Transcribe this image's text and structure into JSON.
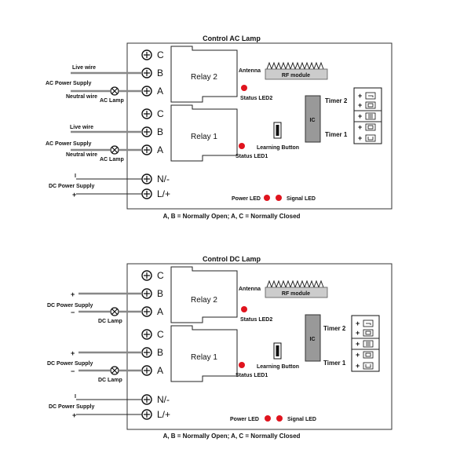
{
  "panels": [
    {
      "title": "Control AC Lamp",
      "caption": "A, B = Normally Open; A, C = Normally Closed",
      "terminals": [
        "C",
        "B",
        "A",
        "C",
        "B",
        "A",
        "N/-",
        "L/+"
      ],
      "relays": [
        "Relay 2",
        "Relay 1"
      ],
      "antenna_label": "Antenna",
      "rf_module_label": "RF module",
      "status_led_2": "Status LED2",
      "status_led_1": "Status LED1",
      "ic_label": "IC",
      "learning_button": "Learning Button",
      "timer_2": "Timer 2",
      "timer_1": "Timer 1",
      "power_led": "Power LED",
      "signal_led": "Signal LED",
      "group_top": {
        "line1": "Live wire",
        "supply": "AC Power Supply",
        "line2": "Neutral wire",
        "lamp": "AC Lamp"
      },
      "group_mid": {
        "line1": "Live wire",
        "supply": "AC Power Supply",
        "line2": "Neutral wire",
        "lamp": "AC Lamp"
      },
      "dc_supply": {
        "minus": "I",
        "supply": "DC Power Supply",
        "plus": "+"
      }
    },
    {
      "title": "Control DC Lamp",
      "caption": "A, B = Normally Open; A, C = Normally Closed",
      "terminals": [
        "C",
        "B",
        "A",
        "C",
        "B",
        "A",
        "N/-",
        "L/+"
      ],
      "relays": [
        "Relay 2",
        "Relay 1"
      ],
      "antenna_label": "Antenna",
      "rf_module_label": "RF module",
      "status_led_2": "Status LED2",
      "status_led_1": "Status LED1",
      "ic_label": "IC",
      "learning_button": "Learning Button",
      "timer_2": "Timer 2",
      "timer_1": "Timer 1",
      "power_led": "Power LED",
      "signal_led": "Signal LED",
      "group_top": {
        "line1": "+",
        "supply": "DC Power Supply",
        "line2": "−",
        "lamp": "DC Lamp"
      },
      "group_mid": {
        "line1": "+",
        "supply": "DC Power Supply",
        "line2": "−",
        "lamp": "DC Lamp"
      },
      "dc_supply": {
        "minus": "I",
        "supply": "DC Power Supply",
        "plus": "+"
      }
    }
  ],
  "timer_rows": [
    {
      "sign": "+",
      "symbol": "⏋"
    },
    {
      "sign": "+",
      "symbol": "▢"
    },
    {
      "sign": "+",
      "symbol": "▤"
    },
    {
      "sign": "+",
      "symbol": "▢"
    },
    {
      "sign": "+",
      "symbol": "⏍"
    }
  ],
  "colors": {
    "led": "#e0141e",
    "ic": "#999999",
    "wire": "#888888",
    "board": "#333333"
  }
}
